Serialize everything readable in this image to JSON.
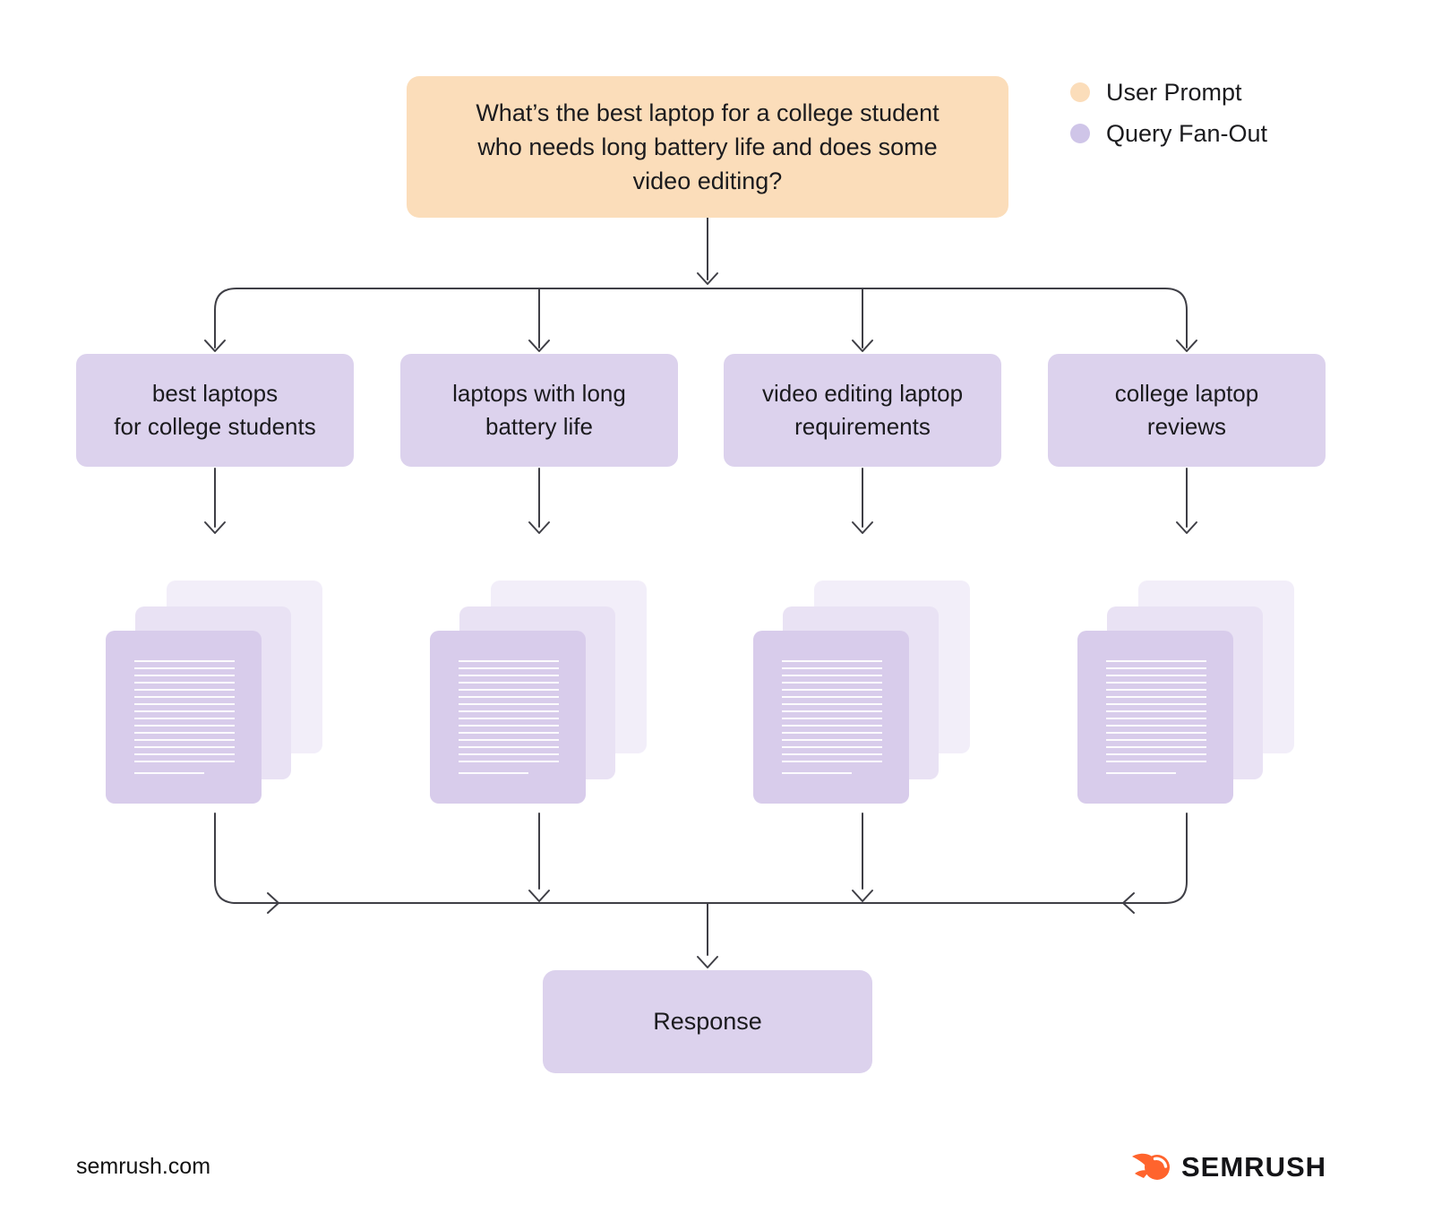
{
  "legend": {
    "items": [
      {
        "id": "user-prompt",
        "label": "User Prompt",
        "color": "#FBDDBA"
      },
      {
        "id": "query-fan-out",
        "label": "Query Fan-Out",
        "color": "#CFC5E8"
      }
    ]
  },
  "flow": {
    "user_prompt": "What’s the best laptop for a college student\nwho needs long battery life and does some\nvideo editing?",
    "queries": [
      {
        "label": "best laptops\nfor college students"
      },
      {
        "label": "laptops with long\nbattery life"
      },
      {
        "label": "video editing laptop\nrequirements"
      },
      {
        "label": "college laptop\nreviews"
      }
    ],
    "response_label": "Response"
  },
  "footer": {
    "website": "semrush.com",
    "brand": "SEMRUSH"
  },
  "colors": {
    "user_prompt_fill": "#FBDDBA",
    "legend_fanout_dot": "#CFC5E8",
    "query_fill": "#DCD2ED",
    "doc_front": "#D8CCEB",
    "doc_middle": "#E9E2F4",
    "doc_back": "#F2EEF9",
    "connector": "#3F3F46",
    "brand_orange": "#FF642D"
  }
}
